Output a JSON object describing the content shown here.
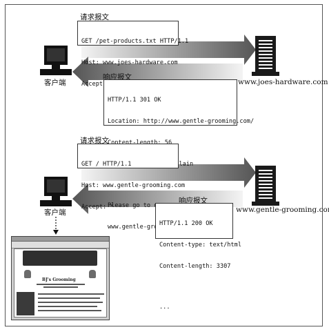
{
  "labels": {
    "request1": "请求报文",
    "response1": "响应报文",
    "request2": "请求报文",
    "response2": "响应报文",
    "client1": "客户端",
    "client2": "客户端"
  },
  "servers": {
    "server1": "www.joes-hardware.com",
    "server2": "www.gentle-grooming.com"
  },
  "messages": {
    "req1": [
      "GET /pet-products.txt HTTP/1.1",
      "Host: www.joes-hardware.com",
      "Accept: *"
    ],
    "res1": [
      "HTTP/1.1 301 OK",
      "Location: http://www.gentle-grooming.com/",
      "Content-length: 56",
      "Content-type: text/plain"
    ],
    "res1_body": [
      "Please go to our partner site,",
      "www.gentle-grooming.com"
    ],
    "req2": [
      "GET / HTTP/1.1",
      "Host: www.gentle-grooming.com",
      "Accept: *"
    ],
    "res2": [
      "HTTP/1.1 200 OK",
      "Content-type: text/html",
      "Content-length: 3307"
    ],
    "res2_body": [
      "..."
    ]
  },
  "browser": {
    "page_title": "BJ's Grooming"
  },
  "colors": {
    "arrow_dark": "#5a5a5a",
    "arrow_light": "#f0f0f0",
    "monitor": "#111111",
    "server": "#1a1a1a"
  }
}
